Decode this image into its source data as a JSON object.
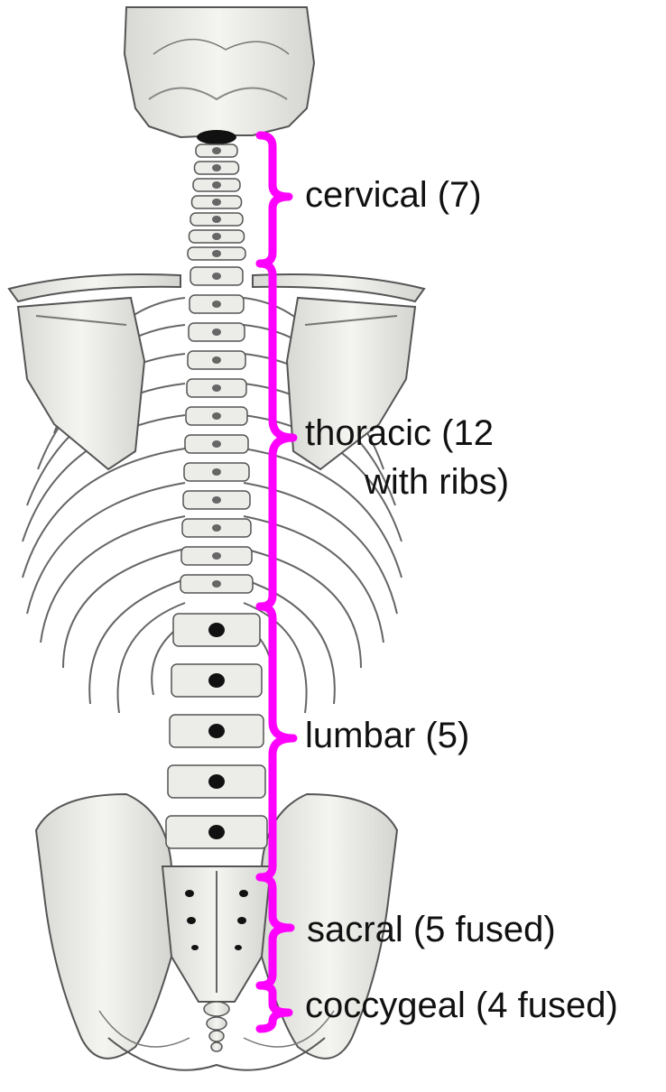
{
  "labels": {
    "cervical": "cervical (7)",
    "thoracic_line1": "thoracic (12",
    "thoracic_line2": "with ribs)",
    "lumbar": "lumbar (5)",
    "sacral": "sacral (5 fused)",
    "coccygeal": "coccygeal (4 fused)"
  },
  "colors": {
    "brace": "#ff00ff",
    "bone": "#eeeeea",
    "bone_outline": "#555555",
    "label_text": "#111111"
  }
}
